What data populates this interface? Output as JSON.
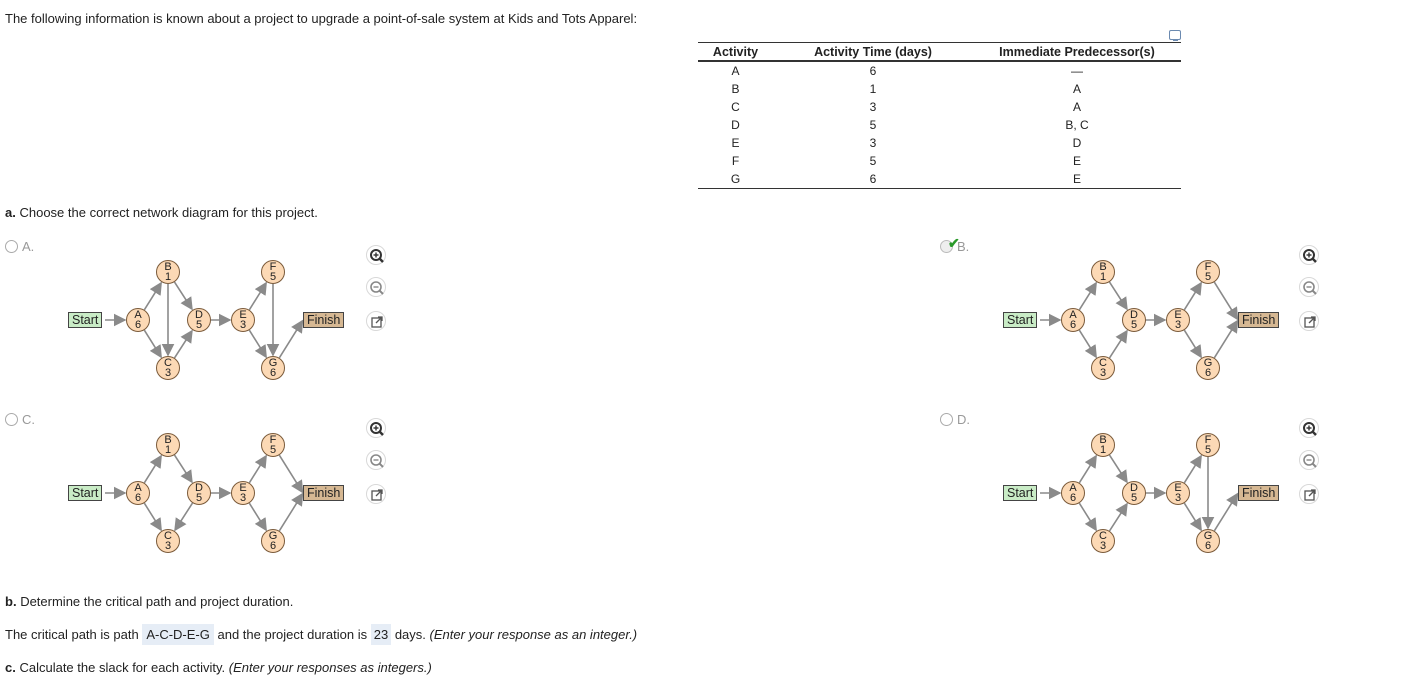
{
  "intro": "The following information is known about a project to upgrade a point-of-sale system at Kids and Tots Apparel:",
  "table": {
    "headers": [
      "Activity",
      "Activity Time (days)",
      "Immediate Predecessor(s)"
    ],
    "rows": [
      [
        "A",
        "6",
        "—"
      ],
      [
        "B",
        "1",
        "A"
      ],
      [
        "C",
        "3",
        "A"
      ],
      [
        "D",
        "5",
        "B, C"
      ],
      [
        "E",
        "3",
        "D"
      ],
      [
        "F",
        "5",
        "E"
      ],
      [
        "G",
        "6",
        "E"
      ]
    ]
  },
  "part_a": {
    "prefix": "a.",
    "text": "Choose the correct network diagram for this project."
  },
  "options": [
    {
      "label": "A.",
      "selected": false,
      "correct": false
    },
    {
      "label": "B.",
      "selected": true,
      "correct": true
    },
    {
      "label": "C.",
      "selected": false,
      "correct": false
    },
    {
      "label": "D.",
      "selected": false,
      "correct": false
    }
  ],
  "diagram": {
    "start": "Start",
    "finish": "Finish",
    "nodes": {
      "A": "6",
      "B": "1",
      "C": "3",
      "D": "5",
      "E": "3",
      "F": "5",
      "G": "6"
    }
  },
  "part_b": {
    "prefix": "b.",
    "text": "Determine the critical path and project duration.",
    "line_pre": "The critical path is path",
    "path": "A-C-D-E-G",
    "line_mid": "and the project duration is",
    "duration": "23",
    "line_post": "days.",
    "hint": "(Enter your response as an integer.)"
  },
  "part_c": {
    "prefix": "c.",
    "text": "Calculate the slack for each activity.",
    "hint": "(Enter your responses as integers.)"
  },
  "colors": {
    "start_fill": "#c9ecc6",
    "finish_fill": "#d6b893",
    "node_fill": "#fcd9b5",
    "check": "#2a9a2a"
  }
}
